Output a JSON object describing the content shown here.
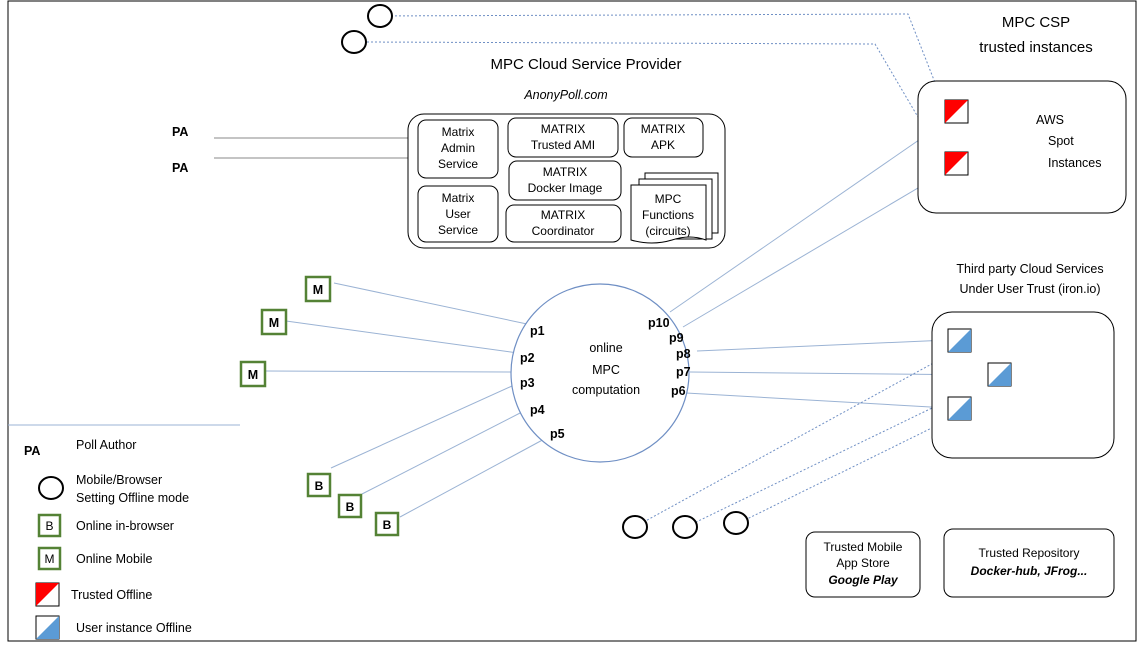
{
  "provider": {
    "title": "MPC Cloud Service Provider",
    "site": "AnonyPoll.com",
    "matrix_admin": [
      "Matrix",
      "Admin",
      "Service"
    ],
    "matrix_trusted_ami": [
      "MATRIX",
      "Trusted AMI"
    ],
    "matrix_apk": [
      "MATRIX",
      "APK"
    ],
    "matrix_docker": [
      "MATRIX",
      "Docker Image"
    ],
    "matrix_user": [
      "Matrix",
      "User",
      "Service"
    ],
    "matrix_coordinator": [
      "MATRIX",
      "Coordinator"
    ],
    "mpc_functions": [
      "MPC",
      "Functions",
      "(circuits)"
    ]
  },
  "poll_authors": [
    "PA",
    "PA"
  ],
  "mpc_csp": {
    "title": [
      "MPC CSP",
      "trusted  instances"
    ],
    "aws": [
      "AWS",
      "Spot",
      "Instances"
    ]
  },
  "third_party": {
    "title": [
      "Third party Cloud Services",
      "Under User Trust (iron.io)"
    ]
  },
  "computation": {
    "label": [
      "online",
      "MPC",
      "computation"
    ],
    "parties": [
      "p1",
      "p2",
      "p3",
      "p4",
      "p5",
      "p6",
      "p7",
      "p8",
      "p9",
      "p10"
    ]
  },
  "client_nodes": {
    "mobile": [
      "M",
      "M",
      "M"
    ],
    "browser": [
      "B",
      "B",
      "B"
    ]
  },
  "legend": {
    "pa_symbol": "PA",
    "pa_label": "Poll Author",
    "offline_label": [
      "Mobile/Browser",
      "Setting Offline mode"
    ],
    "browser_symbol": "B",
    "browser_label": "Online in-browser",
    "mobile_symbol": "M",
    "mobile_label": "Online Mobile",
    "trusted_offline_label": "Trusted Offline",
    "user_instance_label": "User instance Offline"
  },
  "store": {
    "title": [
      "Trusted Mobile",
      "App Store"
    ],
    "name": "Google Play"
  },
  "repo": {
    "title": "Trusted Repository",
    "name": "Docker-hub, JFrog..."
  },
  "colors": {
    "red": "#ff0000",
    "blue": "#5b9bd5",
    "green": "#548235",
    "line": "#9bb3d4"
  }
}
